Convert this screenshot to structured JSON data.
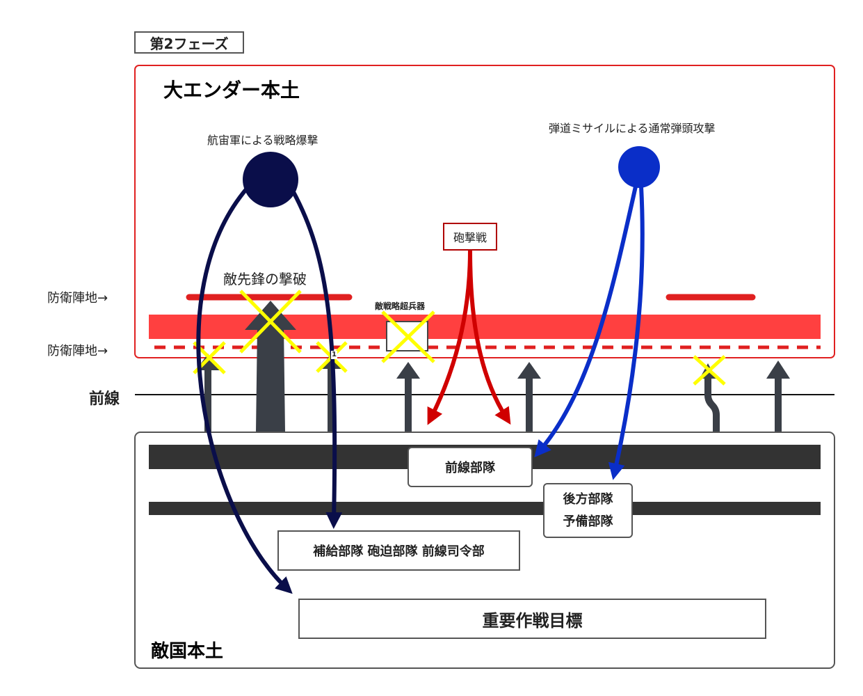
{
  "phase_label": "第2フェーズ",
  "homeland": {
    "title": "大エンダー本土",
    "bombing_label": "航宙軍による戦略爆撃",
    "missile_label": "弾道ミサイルによる通常弾頭攻撃",
    "artillery_label": "砲撃戦",
    "vanguard_label": "敵先鋒の撃破",
    "superweapon_label": "敵戦略超兵器",
    "defense_line_upper": "防衛陣地→",
    "defense_line_lower": "防衛陣地→",
    "marker_number": "1"
  },
  "front_line_label": "前線",
  "enemy_land": {
    "title": "敵国本土",
    "front_units": "前線部隊",
    "rear_units_line1": "後方部隊",
    "rear_units_line2": "予備部隊",
    "support_units": "補給部隊 砲迫部隊 前線司令部",
    "objective": "重要作戦目標"
  },
  "colors": {
    "homeland_border": "#e02020",
    "defense_band": "#ff4040",
    "defense_line": "#e02020",
    "bombing": "#0a0e4a",
    "missile": "#0a2ec8",
    "artillery": "#d00000",
    "enemy_arrow": "#3a3f47",
    "enemy_road": "#333333",
    "cross": "#ffff00",
    "enemy_border": "#555555"
  }
}
